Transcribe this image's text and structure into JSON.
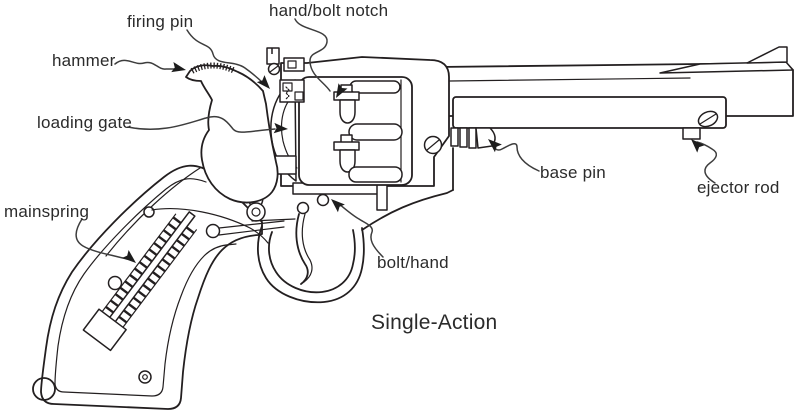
{
  "diagram": {
    "caption": "Single-Action",
    "labels": {
      "firing_pin": "firing pin",
      "hand_bolt_notch": "hand/bolt notch",
      "hammer": "hammer",
      "loading_gate": "loading gate",
      "mainspring": "mainspring",
      "base_pin": "base pin",
      "ejector_rod": "ejector rod",
      "bolt_hand": "bolt/hand"
    },
    "colors": {
      "line": "#231f20",
      "text": "#2b2b2b",
      "background": "#ffffff"
    }
  }
}
